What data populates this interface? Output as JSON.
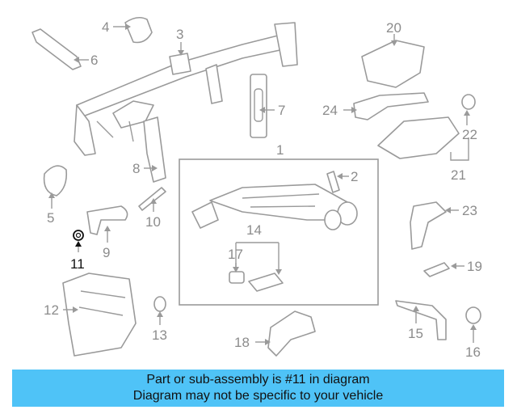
{
  "labels": {
    "p1": "1",
    "p2": "2",
    "p3": "3",
    "p4": "4",
    "p5": "5",
    "p6": "6",
    "p7": "7",
    "p8": "8",
    "p9": "9",
    "p10": "10",
    "p11": "11",
    "p12": "12",
    "p13": "13",
    "p14": "14",
    "p15": "15",
    "p16": "16",
    "p17": "17",
    "p18": "18",
    "p19": "19",
    "p20": "20",
    "p21": "21",
    "p22": "22",
    "p23": "23",
    "p24": "24"
  },
  "highlight_color": "#111111",
  "banner": {
    "color": "#4fc3f7",
    "line1": "Part or sub-assembly is #11 in diagram",
    "line2": "Diagram may not be specific to your vehicle"
  }
}
